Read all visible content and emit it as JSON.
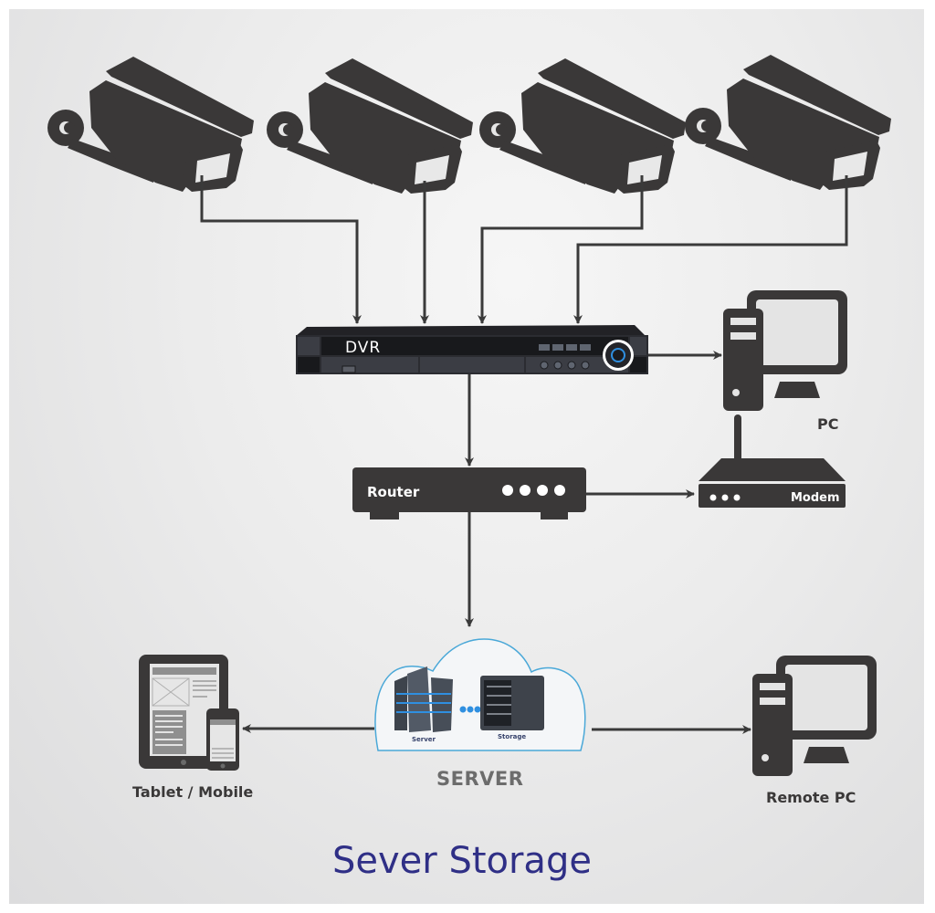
{
  "title": "Sever Storage",
  "colors": {
    "icon": "#3a3838",
    "line": "#3a3a3a",
    "title": "#2f2f86",
    "cloud_outline": "#4aa8d8",
    "accent_blue": "#2f8fe0",
    "server_label": "#6c6c6c"
  },
  "nodes": {
    "cameras": [
      {
        "id": "camera-1",
        "icon": "cctv-camera-icon"
      },
      {
        "id": "camera-2",
        "icon": "cctv-camera-icon"
      },
      {
        "id": "camera-3",
        "icon": "cctv-camera-icon"
      },
      {
        "id": "camera-4",
        "icon": "cctv-camera-icon"
      }
    ],
    "dvr": {
      "label": "DVR",
      "icon": "dvr-recorder-icon"
    },
    "pc": {
      "label": "PC",
      "icon": "desktop-computer-icon"
    },
    "router": {
      "label": "Router",
      "icon": "router-icon"
    },
    "modem": {
      "label": "Modem",
      "icon": "wifi-modem-icon"
    },
    "server": {
      "label": "SERVER",
      "icon": "cloud-icon",
      "server_caption": "Server",
      "storage_caption": "Storage"
    },
    "tablet_mobile": {
      "label": "Tablet / Mobile",
      "icon": "tablet-mobile-icon"
    },
    "remote_pc": {
      "label": "Remote PC",
      "icon": "desktop-computer-icon"
    }
  },
  "connections": [
    {
      "from": "camera-1",
      "to": "dvr"
    },
    {
      "from": "camera-2",
      "to": "dvr"
    },
    {
      "from": "camera-3",
      "to": "dvr"
    },
    {
      "from": "camera-4",
      "to": "dvr"
    },
    {
      "from": "dvr",
      "to": "pc"
    },
    {
      "from": "dvr",
      "to": "router"
    },
    {
      "from": "router",
      "to": "modem"
    },
    {
      "from": "router",
      "to": "server"
    },
    {
      "from": "server",
      "to": "tablet_mobile"
    },
    {
      "from": "server",
      "to": "remote_pc"
    }
  ]
}
